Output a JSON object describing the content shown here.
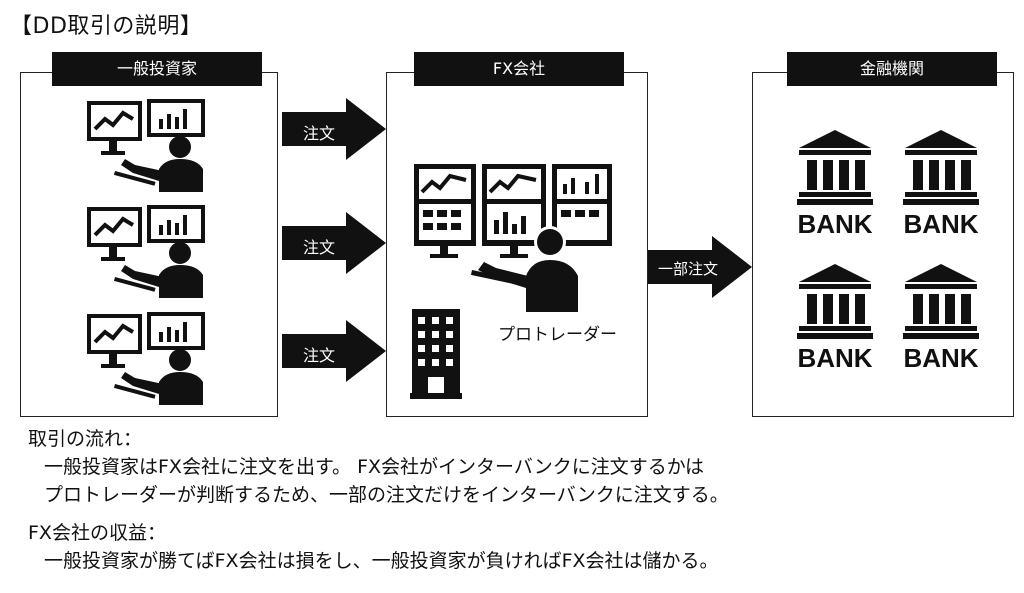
{
  "title": "【DD取引の説明】",
  "panels": {
    "investor": {
      "label": "一般投資家"
    },
    "fx": {
      "label": "FX会社"
    },
    "bank": {
      "label": "金融機関"
    }
  },
  "arrows": {
    "order1": "注文",
    "order2": "注文",
    "order3": "注文",
    "partial": "一部注文"
  },
  "protrader_label": "プロトレーダー",
  "bank_label": "BANK",
  "notes": {
    "flow_heading": "取引の流れ：",
    "flow_line1": "一般投資家はFX会社に注文を出す。 FX会社がインターバンクに注文するかは",
    "flow_line2": "プロトレーダーが判断するため、一部の注文だけをインターバンクに注文する。",
    "profit_heading": "FX会社の収益：",
    "profit_line1": "一般投資家が勝てばFX会社は損をし、一般投資家が負ければFX会社は儲かる。"
  },
  "icons": [
    "trader-icon",
    "building-icon",
    "bank-icon",
    "arrow-icon"
  ]
}
